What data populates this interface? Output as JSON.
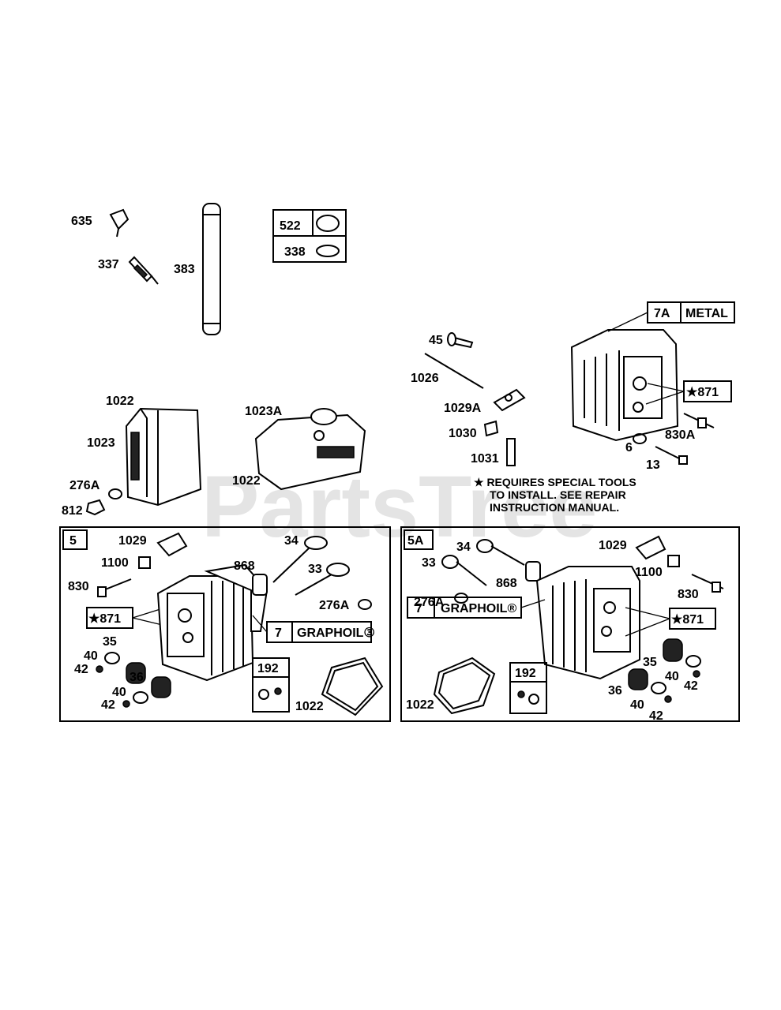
{
  "watermark": "PartsTree",
  "labels": {
    "p635": "635",
    "p383": "383",
    "p337": "337",
    "p522": "522",
    "p338": "338",
    "p1022a": "1022",
    "p1023": "1023",
    "p276A_a": "276A",
    "p812": "812",
    "p1023A": "1023A",
    "p1022b": "1022",
    "p45": "45",
    "p1026": "1026",
    "p1029A": "1029A",
    "p1030": "1030",
    "p1031": "1031",
    "p7A": "7A",
    "metal": "METAL",
    "p871a": "★871",
    "p830A": "830A",
    "p6": "6",
    "p13": "13",
    "s5": "5",
    "p1029b": "1029",
    "p1100a": "1100",
    "p830a": "830",
    "p871b": "★871",
    "p35a": "35",
    "p40a": "40",
    "p42a": "42",
    "p36a": "36",
    "p40b": "40",
    "p42b": "42",
    "p34a": "34",
    "p868a": "868",
    "p33a": "33",
    "p276A_b": "276A",
    "p7b": "7",
    "graphoil_a": "GRAPHOIL③",
    "p192a": "192",
    "p1022c": "1022",
    "s5A": "5A",
    "p34b": "34",
    "p33b": "33",
    "p868b": "868",
    "p276A_c": "276A",
    "p1029c": "1029",
    "p1100b": "1100",
    "p830b": "830",
    "p871c": "★871",
    "p7c": "7",
    "graphoil_b": "GRAPHOIL®",
    "p192b": "192",
    "p1022d": "1022",
    "p35b": "35",
    "p40c": "40",
    "p42c": "42",
    "p36b": "36",
    "p40d": "40",
    "p42d": "42"
  },
  "note": {
    "line1": "★ REQUIRES SPECIAL TOOLS",
    "line2": "TO INSTALL.  SEE REPAIR",
    "line3": "INSTRUCTION MANUAL."
  }
}
